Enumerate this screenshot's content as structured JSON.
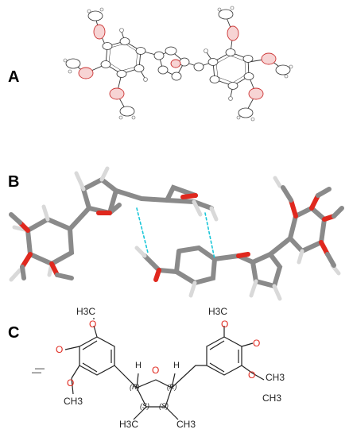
{
  "panels": {
    "a": {
      "label": "A"
    },
    "b": {
      "label": "B"
    },
    "c": {
      "label": "C"
    }
  },
  "structure_c": {
    "methoxy_top_left": "H3C",
    "methoxy_mid_left": "O",
    "methoxy_bottom_left": "CH3",
    "methoxy_top_right": "H3C",
    "methoxy_mid_right": "CH3",
    "methoxy_bottom_right": "CH3",
    "ring_oxygen": "O",
    "hydrogen_left": "H",
    "hydrogen_right": "H",
    "stereo_r_left": "(R)",
    "stereo_r_right": "(R)",
    "stereo_s_left": "(S)",
    "stereo_s_right": "(S)",
    "methyl_left": "H3C",
    "methyl_right": "CH3"
  },
  "colors": {
    "oxygen": "#e0281e",
    "carbon_tube": "#8a8a8a",
    "hbond": "#19c6d8",
    "bond_line": "#222222"
  }
}
